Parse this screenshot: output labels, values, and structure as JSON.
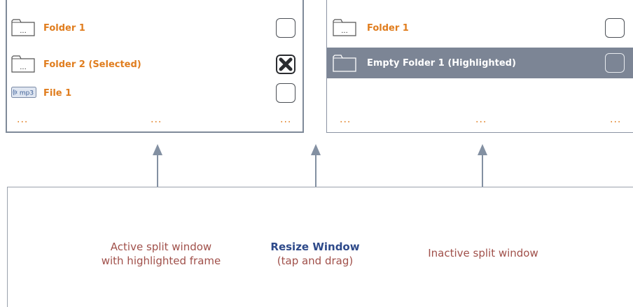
{
  "left_pane": {
    "rows": [
      {
        "label": "Folder 1",
        "icon": "folder-icon",
        "checked": false
      },
      {
        "label": "Folder 2 (Selected)",
        "icon": "folder-icon",
        "checked": true
      },
      {
        "label": "File 1",
        "icon": "mp3-file-icon",
        "icon_text": "mp3",
        "checked": false
      }
    ],
    "dots": [
      "...",
      "...",
      "..."
    ]
  },
  "right_pane": {
    "rows": [
      {
        "label": "Folder 1",
        "icon": "folder-icon",
        "checked": false
      },
      {
        "label": "Empty Folder 1 (Highlighted)",
        "icon": "folder-icon",
        "checked": false,
        "highlighted": true
      }
    ],
    "dots": [
      "...",
      "...",
      "..."
    ]
  },
  "captions": {
    "active_line1": "Active split window",
    "active_line2": "with highlighted frame",
    "resize_title": "Resize Window",
    "resize_sub": "(tap and drag)",
    "inactive": "Inactive split window"
  },
  "colors": {
    "accent": "#e07d1e",
    "frame": "#7f8a99",
    "highlight_row": "#7c8595",
    "caption": "#a0504a",
    "caption_title": "#2e4a8a",
    "arrow": "#7f8a99"
  }
}
